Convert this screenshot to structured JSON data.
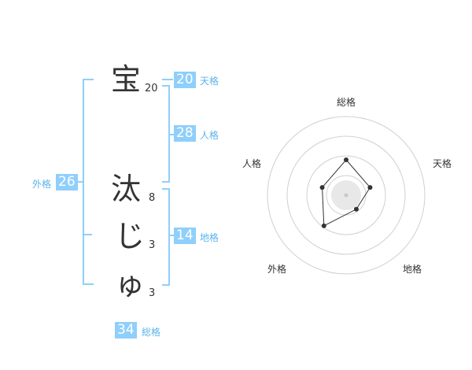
{
  "name_chars": [
    {
      "char": "宝",
      "strokes": "20"
    },
    {
      "char": "汰",
      "strokes": "8"
    },
    {
      "char": "じ",
      "strokes": "3"
    },
    {
      "char": "ゅ",
      "strokes": "3"
    }
  ],
  "scores": {
    "tenkaku": {
      "value": "20",
      "label": "天格"
    },
    "jinkaku": {
      "value": "28",
      "label": "人格"
    },
    "chikaku": {
      "value": "14",
      "label": "地格"
    },
    "gaikaku": {
      "value": "26",
      "label": "外格"
    },
    "soukaku": {
      "value": "34",
      "label": "総格"
    }
  },
  "colors": {
    "accent": "#8fcffb",
    "label": "#5bb4ea",
    "text": "#333333"
  },
  "chart_data": {
    "type": "radar",
    "axes": [
      "総格",
      "天格",
      "地格",
      "外格",
      "人格"
    ],
    "values": [
      0.45,
      0.32,
      0.22,
      0.48,
      0.32
    ],
    "rings": 4
  }
}
